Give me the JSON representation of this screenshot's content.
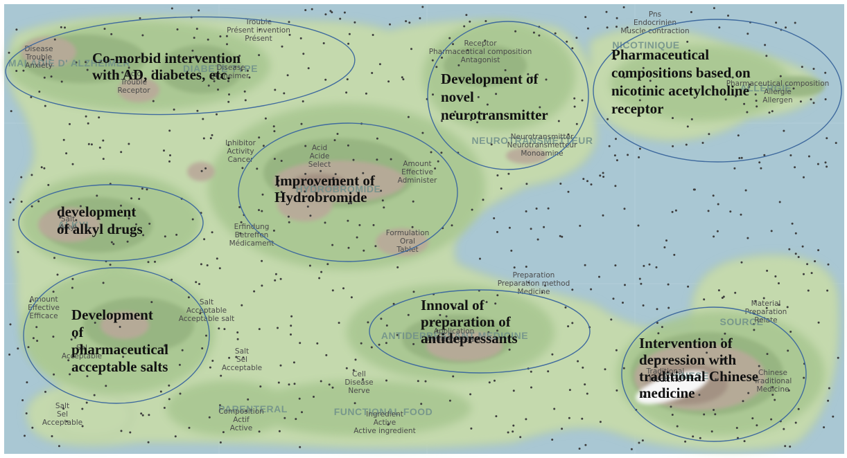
{
  "map": {
    "regions": [
      "MALADIE D' ALZHEIMER",
      "DIABETE TYPE",
      "NICOTINIQUE",
      "ALLERGIE",
      "NEUROTRANSMETTEUR",
      "HYDROBROMIDE",
      "ALKYL",
      "ANTIDEPRESSANT MEDICINE",
      "PARENTERAL",
      "FUNCTIONAL FOOD",
      "SOURCE",
      "CHINESE"
    ],
    "keyword_groups": [
      [
        "Disease",
        "Trouble",
        "Anxiety"
      ],
      [
        "Trouble",
        "Présent invention",
        "Présent"
      ],
      [
        "Acid",
        "Trouble",
        "Receptor"
      ],
      [
        "Disease",
        "Alzheimer"
      ],
      [
        "Receptor",
        "Pharmaceutical composition",
        "Antagonist"
      ],
      [
        "Pns",
        "Endocrinien",
        "Muscle contraction"
      ],
      [
        "Pharmaceutical composition",
        "Allergie",
        "Allergen"
      ],
      [
        "Inhibitor",
        "Activity",
        "Cancer"
      ],
      [
        "Acid",
        "Acide",
        "Select"
      ],
      [
        "Amount",
        "Effective",
        "Administer"
      ],
      [
        "Neurotransmitter",
        "Neurotransmetteur",
        "Monoamine"
      ],
      [
        "Salt",
        "Alkyl"
      ],
      [
        "Erfindung",
        "Betreffen",
        "Médicament"
      ],
      [
        "Formulation",
        "Oral",
        "Tablet"
      ],
      [
        "Preparation",
        "Preparation method",
        "Medicine"
      ],
      [
        "Amount",
        "Effective",
        "Efficace"
      ],
      [
        "Salt",
        "Acceptable",
        "Acceptable salt"
      ],
      [
        "Sel",
        "Acceptable"
      ],
      [
        "Salt",
        "Sel",
        "Acceptable"
      ],
      [
        "Application",
        "Antidepressant"
      ],
      [
        "Material",
        "Preparation",
        "Relate"
      ],
      [
        "Traditional",
        "Medicine"
      ],
      [
        "Chinese",
        "Traditional",
        "Medicine"
      ],
      [
        "Cell",
        "Disease",
        "Nerve"
      ],
      [
        "Salt",
        "Sel",
        "Acceptable"
      ],
      [
        "Composition",
        "Actif",
        "Active"
      ],
      [
        "Ingredient",
        "Active",
        "Active ingredient"
      ]
    ],
    "clusters": [
      [
        "Co-morbid intervention",
        "with AD, diabetes, etc."
      ],
      [
        "Development of",
        "novel",
        "neurotransmitter"
      ],
      [
        "Pharmaceutical",
        "compositions based on",
        "nicotinic acetylcholine",
        "receptor"
      ],
      [
        "Improvement of",
        "Hydrobromide"
      ],
      [
        "development",
        "of alkyl drugs"
      ],
      [
        "Development",
        "of",
        "pharmaceutical",
        "acceptable salts"
      ],
      [
        "Innoval  of",
        "preparation of",
        "antidepressants"
      ],
      [
        "Intervention of",
        "depression with",
        "traditional Chinese",
        "medicine"
      ]
    ],
    "colors": {
      "water": "#a9c7d3",
      "land": "#c4d9ad",
      "land_high": "#9fbe86",
      "hill": "#b9a99a",
      "peak": "#a08e80",
      "snow": "#f7f7f7",
      "ellipse": "#3f6a9e",
      "dots": "#3d3d3d"
    }
  }
}
